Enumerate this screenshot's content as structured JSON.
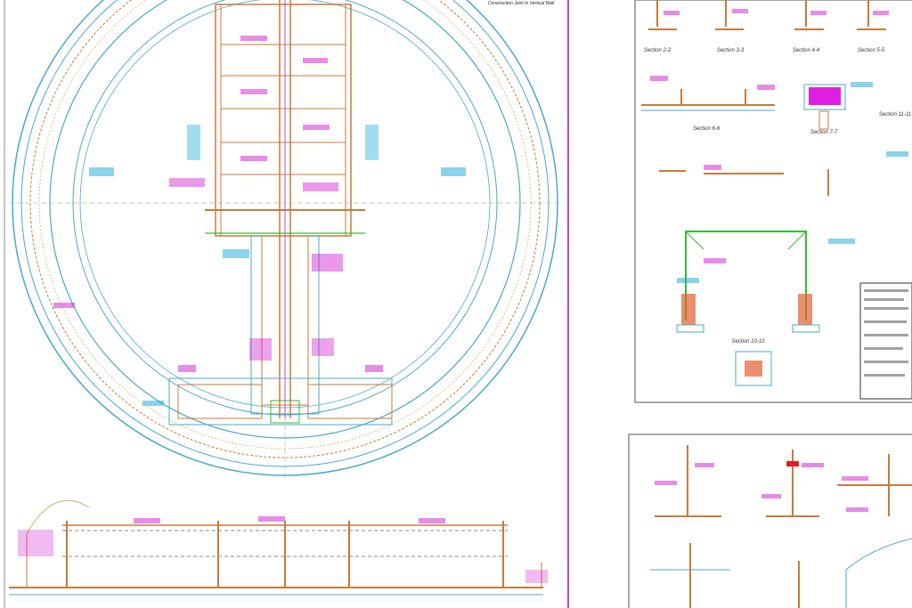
{
  "main_sheet": {
    "title": "Construction Joint In Vertical Wall",
    "subtitle": ""
  },
  "detail_sheet_1": {
    "sections": [
      "Section 2-2",
      "Section 3-3",
      "Section 4-4",
      "Section 5-5",
      "Section 6-6",
      "Section 7-7",
      "Section 11-11",
      "Section 10-10"
    ]
  },
  "colors": {
    "ring": "#4aa8c8",
    "wall": "#c87a3a",
    "rebar_text": "#d01ad0",
    "note_text": "#1aa6d8",
    "green": "#2ec02e",
    "red": "#e02020",
    "sheet_border": "#d040d0"
  }
}
